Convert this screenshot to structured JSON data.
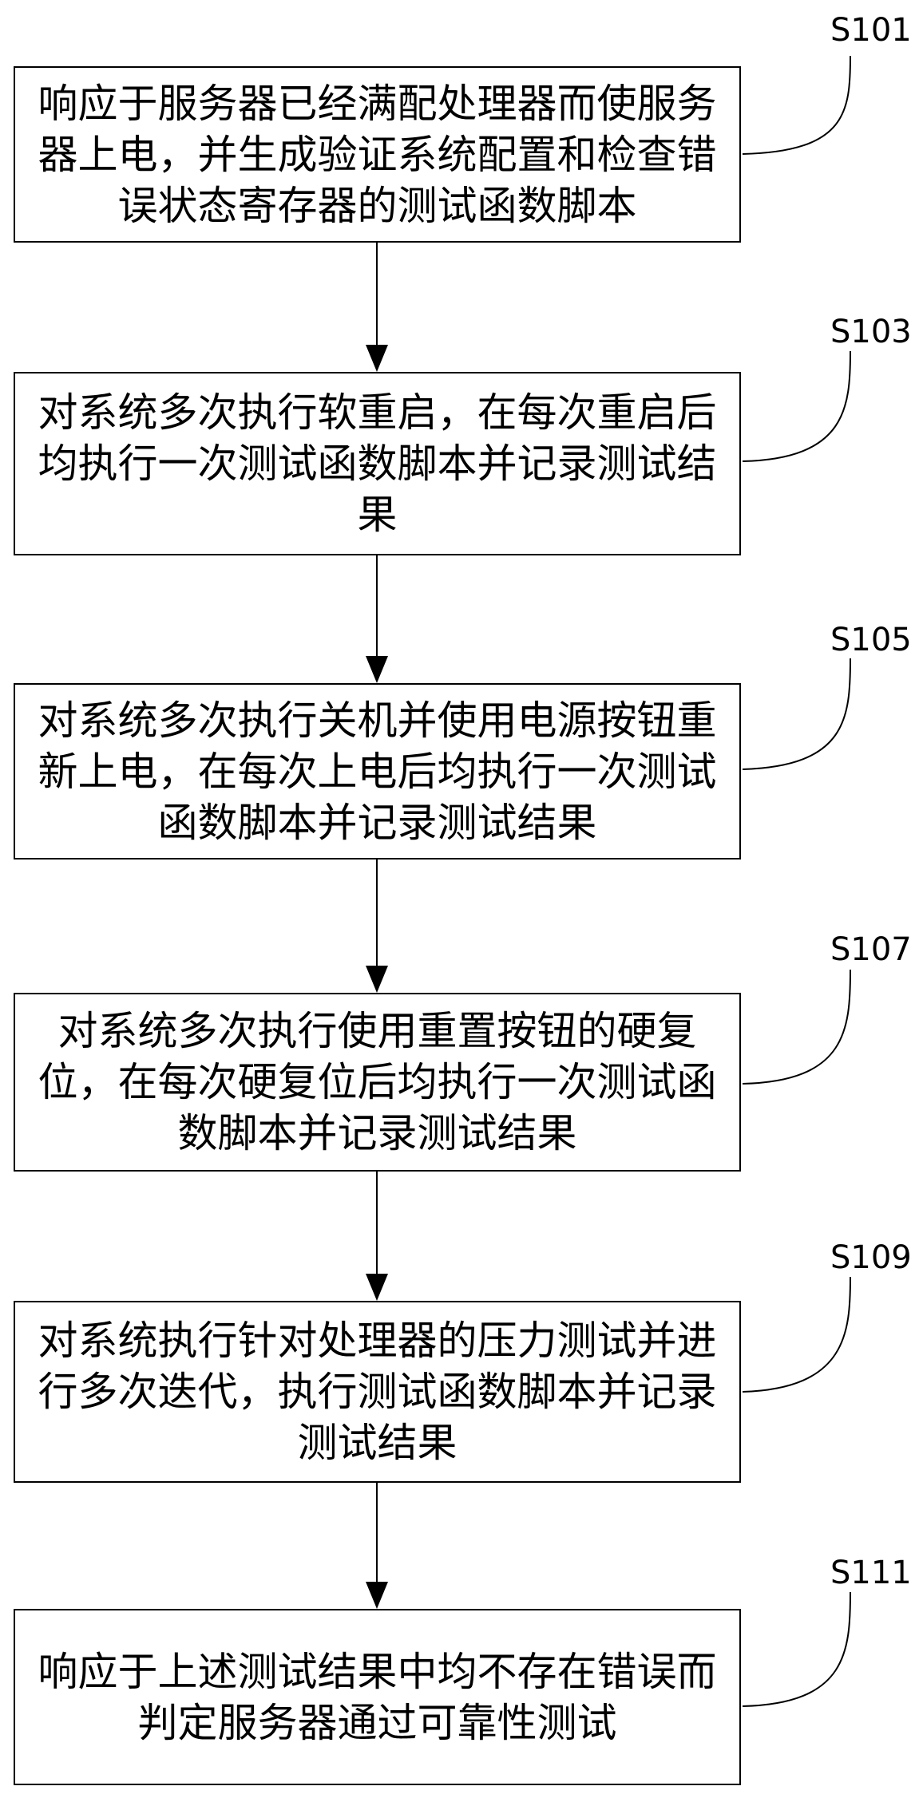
{
  "steps": [
    {
      "id": "S101",
      "text": "响应于服务器已经满配处理器而使服务器上电，并生成验证系统配置和检查错误状态寄存器的测试函数脚本"
    },
    {
      "id": "S103",
      "text": "对系统多次执行软重启，在每次重启后均执行一次测试函数脚本并记录测试结果"
    },
    {
      "id": "S105",
      "text": "对系统多次执行关机并使用电源按钮重新上电，在每次上电后均执行一次测试函数脚本并记录测试结果"
    },
    {
      "id": "S107",
      "text": "对系统多次执行使用重置按钮的硬复位，在每次硬复位后均执行一次测试函数脚本并记录测试结果"
    },
    {
      "id": "S109",
      "text": "对系统执行针对处理器的压力测试并进行多次迭代，执行测试函数脚本并记录测试结果"
    },
    {
      "id": "S111",
      "text": "响应于上述测试结果中均不存在错误而判定服务器通过可靠性测试"
    }
  ]
}
